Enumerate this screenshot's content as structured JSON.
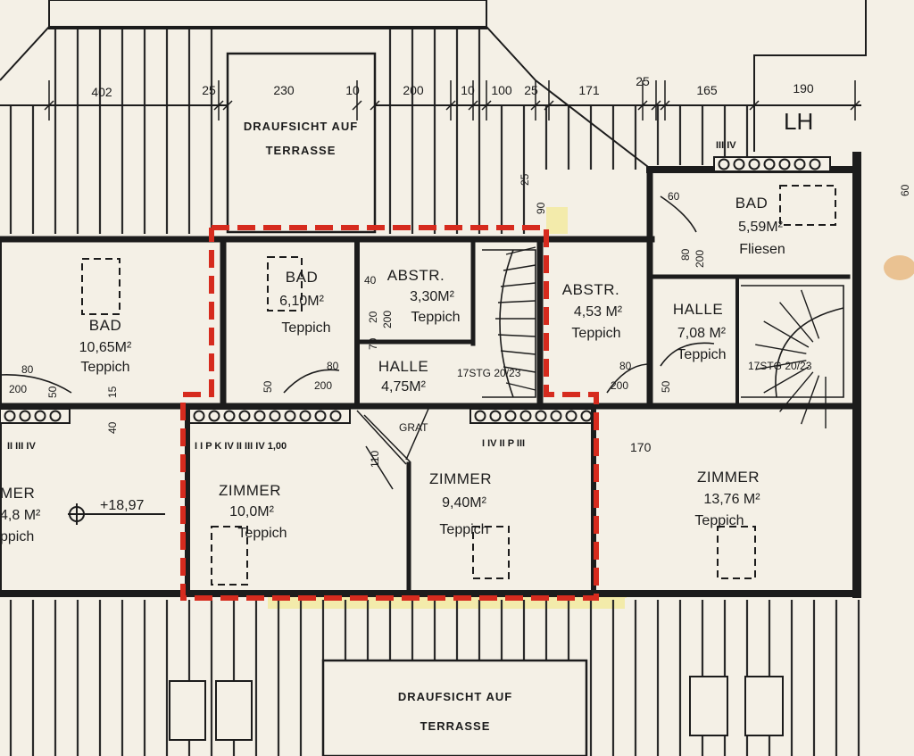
{
  "plan": {
    "colors": {
      "paper": "#f4f0e6",
      "wall": "#1c1c1c",
      "hatch": "#2a2a2a",
      "highlight": "#d62b1e",
      "marker": "#f3e77a"
    },
    "labels": {
      "terrace_top": [
        "DRAUFSICHT AUF",
        "TERRASSE"
      ],
      "terrace_bottom": [
        "DRAUFSICHT AUF",
        "TERRASSE"
      ],
      "lh": "LH",
      "grat": "GRAT",
      "elevation": "+18,97",
      "window_codes_left": "II III IV",
      "window_codes_mid": "I I P K IV II III IV 1,00",
      "window_codes_right": "I IV II P III",
      "window_codes_top_right": "III IV",
      "stair_mid": "17STG 20/23",
      "stair_right": "17STG 20/23"
    },
    "rooms": [
      {
        "name": "BAD",
        "area": "10,65M²",
        "floor": "Teppich"
      },
      {
        "name": "BAD",
        "area": "6,10M²",
        "floor": "Teppich"
      },
      {
        "name": "ABSTR.",
        "area": "3,30M²",
        "floor": "Teppich"
      },
      {
        "name": "HALLE",
        "area": "4,75M²",
        "floor": ""
      },
      {
        "name": "ABSTR.",
        "area": "4,53 M²",
        "floor": "Teppich"
      },
      {
        "name": "HALLE",
        "area": "7,08 M²",
        "floor": "Teppich"
      },
      {
        "name": "BAD",
        "area": "5,59M²",
        "floor": "Fliesen"
      },
      {
        "name": "ZIMMER",
        "area": "10,0M²",
        "floor": "Teppich"
      },
      {
        "name": "ZIMMER",
        "area": "9,40M²",
        "floor": "Teppich"
      },
      {
        "name": "ZIMMER",
        "area": "13,76 M²",
        "floor": "Teppich"
      },
      {
        "name": "MER",
        "area": "4,8 M²",
        "floor": "ppich"
      }
    ],
    "dimensions_top": [
      "402",
      "25",
      "230",
      "10",
      "200",
      "10",
      "100",
      "25",
      "171",
      "25",
      "165",
      "190"
    ],
    "dimensions_other": [
      "80",
      "200",
      "50",
      "15",
      "80",
      "200",
      "50",
      "80",
      "200",
      "50",
      "170",
      "60",
      "80",
      "200",
      "40",
      "20",
      "200",
      "70",
      "110",
      "25",
      "90",
      "60",
      "40"
    ]
  }
}
